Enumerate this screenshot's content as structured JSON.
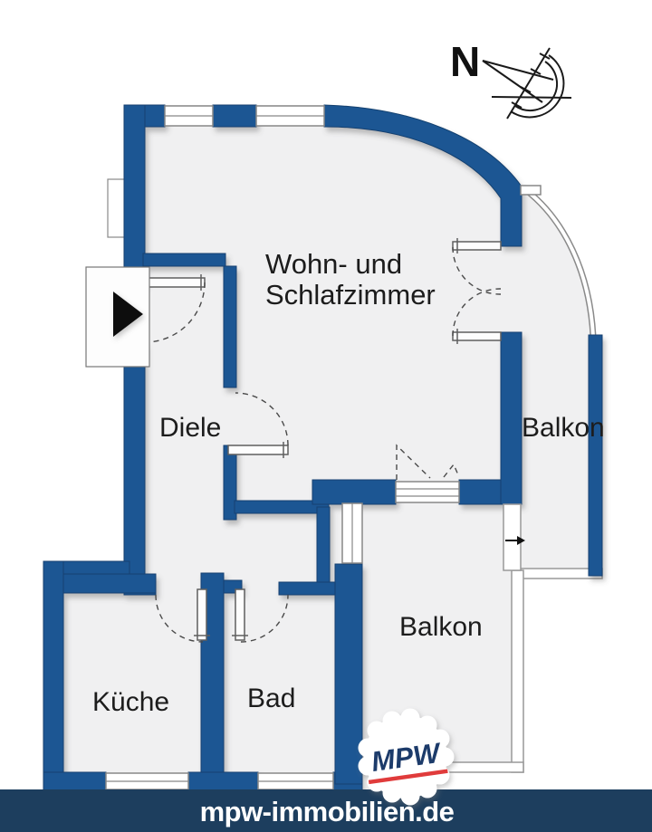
{
  "labels": {
    "living_line1": "Wohn- und",
    "living_line2": "Schlafzimmer",
    "hallway": "Diele",
    "kitchen": "Küche",
    "bath": "Bad",
    "balcony_right": "Balkon",
    "balcony_bottom": "Balkon"
  },
  "compass": {
    "north": "N"
  },
  "logo": {
    "text": "MPW"
  },
  "footer": {
    "website": "mpw-immobilien.de"
  },
  "colors": {
    "wall_blue": "#1a5693",
    "footer_navy": "#1d3e5e",
    "logo_navy": "#1c3a6b",
    "logo_red": "#e03a3a",
    "room_fill": "#f0f0f1",
    "page_bg": "#ffffff",
    "label_text": "#1c1c1c"
  }
}
